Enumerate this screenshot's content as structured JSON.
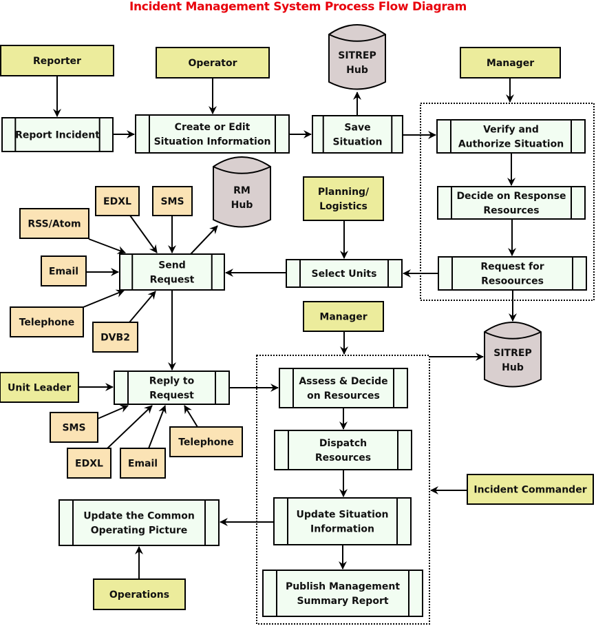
{
  "title": "Incident Management System Process Flow Diagram",
  "colors": {
    "title": "#e8000b",
    "actor_fill": "#ecec9c",
    "channel_fill": "#fbe3b5",
    "process_fill": "#f2fdf2",
    "hub_fill": "#d9cfcf",
    "stroke": "#000000"
  },
  "actors": {
    "reporter": "Reporter",
    "operator": "Operator",
    "manager_top": "Manager",
    "planning": [
      "Planning/",
      "Logistics"
    ],
    "manager_mid": "Manager",
    "unit_leader": "Unit Leader",
    "incident_commander": "Incident Commander",
    "operations": "Operations"
  },
  "processes": {
    "report_incident": [
      "Report Incident"
    ],
    "create_edit": [
      "Create or Edit",
      "Situation Information"
    ],
    "save_situation": [
      "Save",
      "Situation"
    ],
    "verify_authorize": [
      "Verify and",
      "Authorize Situation"
    ],
    "decide_response": [
      "Decide on Response",
      "Resources"
    ],
    "request_resources": [
      "Request for",
      "Resoources"
    ],
    "select_units": [
      "Select Units"
    ],
    "send_request": [
      "Send",
      "Request"
    ],
    "reply_request": [
      "Reply to",
      "Request"
    ],
    "assess_decide": [
      "Assess & Decide",
      "on Resources"
    ],
    "dispatch": [
      "Dispatch",
      "Resources"
    ],
    "update_situation": [
      "Update Situation",
      "Information"
    ],
    "publish_report": [
      "Publish Management",
      "Summary Report"
    ],
    "update_cop": [
      "Update the Common",
      "Operating Picture"
    ]
  },
  "hubs": {
    "sitrep_top": [
      "SITREP",
      "Hub"
    ],
    "rm": [
      "RM",
      "Hub"
    ],
    "sitrep_mid": [
      "SITREP",
      "Hub"
    ]
  },
  "send_channels": {
    "edxl": "EDXL",
    "sms": "SMS",
    "rss": "RSS/Atom",
    "email": "Email",
    "telephone": "Telephone",
    "dvb2": "DVB2"
  },
  "reply_channels": {
    "sms": "SMS",
    "edxl": "EDXL",
    "email": "Email",
    "telephone": "Telephone"
  }
}
